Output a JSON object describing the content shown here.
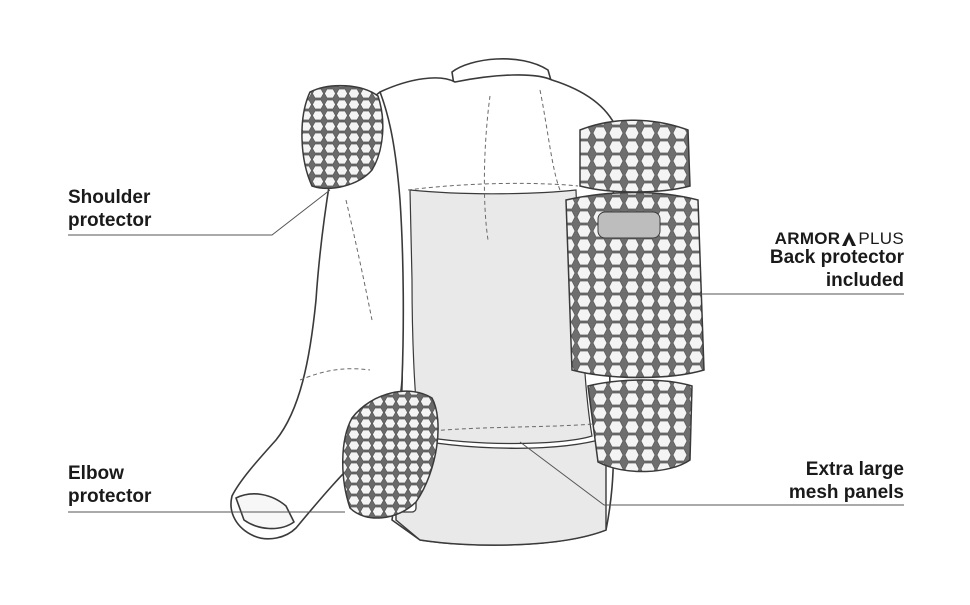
{
  "labels": {
    "shoulder": {
      "line1": "Shoulder",
      "line2": "protector"
    },
    "elbow": {
      "line1": "Elbow",
      "line2": "protector"
    },
    "back": {
      "brand_part1": "ARMOR",
      "brand_part2": "PLUS",
      "line1": "Back protector",
      "line2": "included"
    },
    "mesh": {
      "line1": "Extra large",
      "line2": "mesh panels"
    }
  },
  "colors": {
    "ink": "#1a1a1a",
    "outline": "#3a3a3a",
    "jacket_fill": "#ffffff",
    "mesh_fill": "#e9e9e9",
    "armor_fill": "#6e6e6e",
    "armor_cell": "#f4f4f4",
    "leader": "#555555"
  },
  "icons": {
    "brand_mark": "armor-a-logo-icon",
    "patch": "dainese-patch-icon"
  }
}
